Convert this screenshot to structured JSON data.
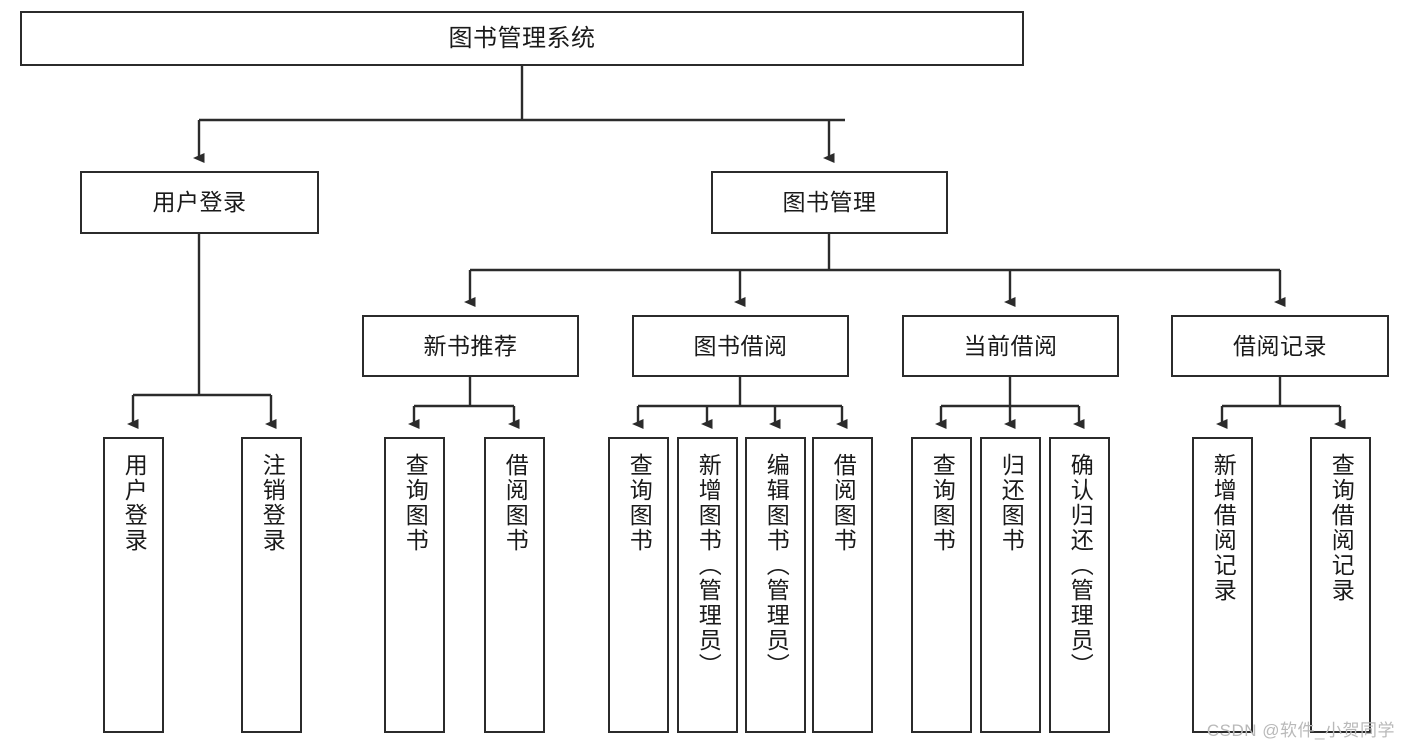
{
  "diagram": {
    "type": "tree-hierarchy",
    "title": "图书管理系统",
    "watermark": "CSDN @软件_小贺同学",
    "colors": {
      "border": "#2b2b2b",
      "text": "#1a1a1a",
      "background": "#ffffff",
      "watermark": "#b9b9b9"
    },
    "nodes": {
      "root": {
        "label": "图书管理系统"
      },
      "level2": [
        {
          "id": "user-login",
          "label": "用户登录"
        },
        {
          "id": "book-management",
          "label": "图书管理"
        }
      ],
      "level3": [
        {
          "id": "new-book-recommend",
          "label": "新书推荐"
        },
        {
          "id": "book-borrow",
          "label": "图书借阅"
        },
        {
          "id": "current-borrow",
          "label": "当前借阅"
        },
        {
          "id": "borrow-record",
          "label": "借阅记录"
        }
      ],
      "leaves": {
        "user_login": [
          {
            "id": "leaf-user-login",
            "label": "用户登录"
          },
          {
            "id": "leaf-logout-login",
            "label": "注销登录"
          }
        ],
        "new_book_recommend": [
          {
            "id": "leaf-query-book-1",
            "label": "查询图书"
          },
          {
            "id": "leaf-borrow-book-1",
            "label": "借阅图书"
          }
        ],
        "book_borrow": [
          {
            "id": "leaf-query-book-2",
            "label": "查询图书"
          },
          {
            "id": "leaf-add-book",
            "label": "新增图书（管理员）"
          },
          {
            "id": "leaf-edit-book",
            "label": "编辑图书（管理员）"
          },
          {
            "id": "leaf-borrow-book-2",
            "label": "借阅图书"
          }
        ],
        "current_borrow": [
          {
            "id": "leaf-query-book-3",
            "label": "查询图书"
          },
          {
            "id": "leaf-return-book",
            "label": "归还图书"
          },
          {
            "id": "leaf-confirm-return",
            "label": "确认归还（管理员）"
          }
        ],
        "borrow_record": [
          {
            "id": "leaf-add-record",
            "label": "新增借阅记录"
          },
          {
            "id": "leaf-query-record",
            "label": "查询借阅记录"
          }
        ]
      }
    }
  }
}
